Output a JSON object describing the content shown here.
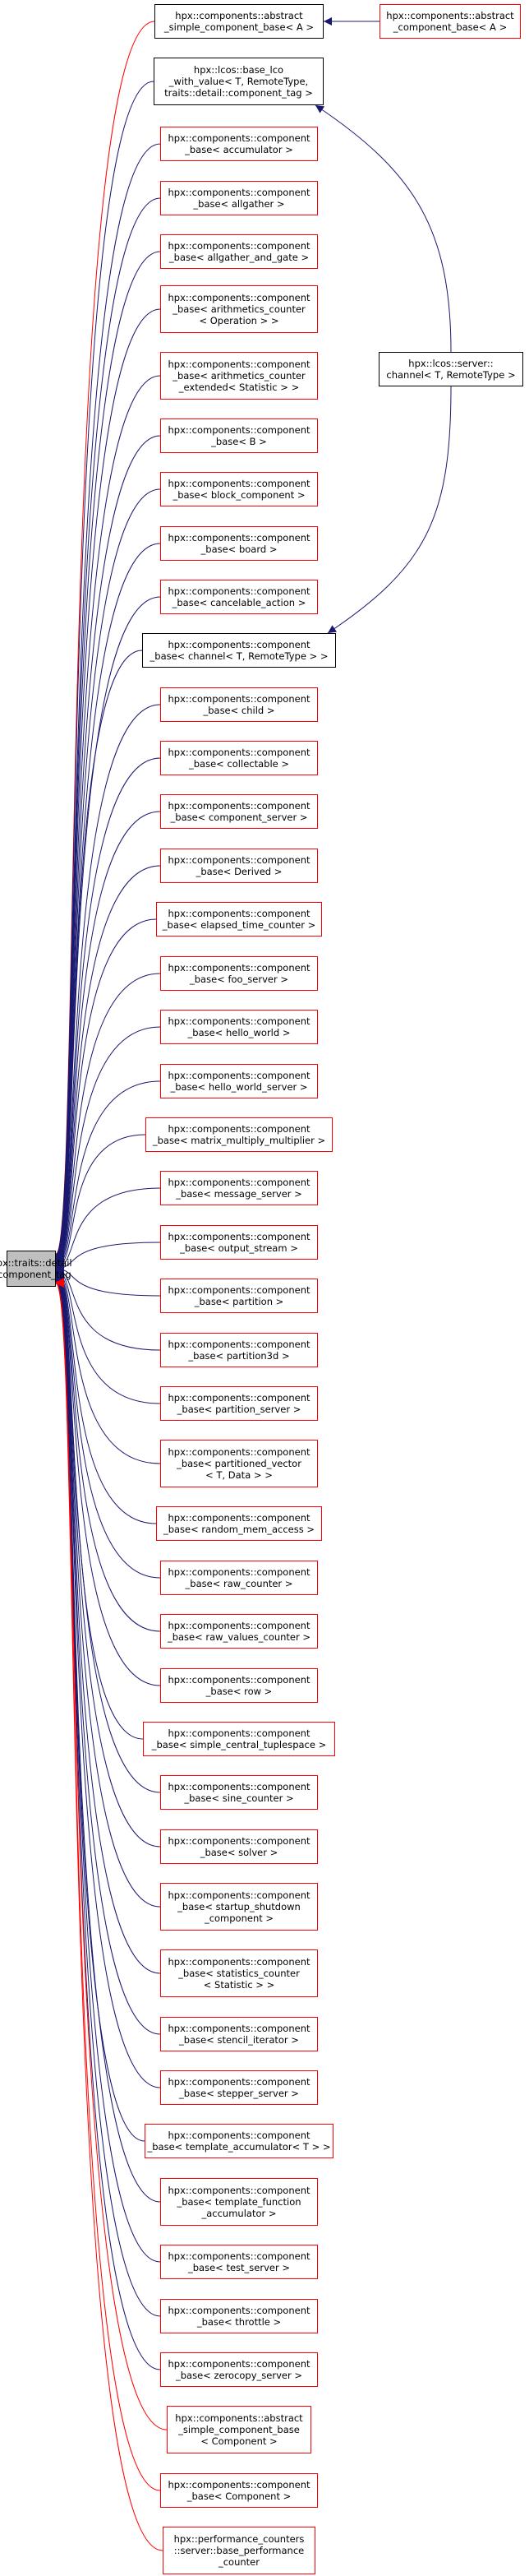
{
  "diagram": {
    "focus": "hpx::traits::detail\n::component_tag",
    "nodes": [
      {
        "id": "abs_scb_A",
        "label": "hpx::components::abstract\n_simple_component_base< A >",
        "style": "black"
      },
      {
        "id": "abs_cb_A",
        "label": "hpx::components::abstract\n_component_base< A >",
        "style": "red"
      },
      {
        "id": "lco_base",
        "label": "hpx::lcos::base_lco\n_with_value< T, RemoteType,\ntraits::detail::component_tag >",
        "style": "black"
      },
      {
        "id": "cb_accumulator",
        "label": "hpx::components::component\n_base< accumulator >",
        "style": "red"
      },
      {
        "id": "cb_allgather",
        "label": "hpx::components::component\n_base< allgather >",
        "style": "red"
      },
      {
        "id": "cb_allgather_gate",
        "label": "hpx::components::component\n_base< allgather_and_gate >",
        "style": "red"
      },
      {
        "id": "cb_arith_op",
        "label": "hpx::components::component\n_base< arithmetics_counter\n< Operation > >",
        "style": "red"
      },
      {
        "id": "cb_arith_ext",
        "label": "hpx::components::component\n_base< arithmetics_counter\n_extended< Statistic > >",
        "style": "red"
      },
      {
        "id": "cb_B",
        "label": "hpx::components::component\n_base< B >",
        "style": "red"
      },
      {
        "id": "cb_block",
        "label": "hpx::components::component\n_base< block_component >",
        "style": "red"
      },
      {
        "id": "cb_board",
        "label": "hpx::components::component\n_base< board >",
        "style": "red"
      },
      {
        "id": "cb_cancelable",
        "label": "hpx::components::component\n_base< cancelable_action >",
        "style": "red"
      },
      {
        "id": "channel",
        "label": "hpx::lcos::server::\nchannel< T, RemoteType >",
        "style": "black"
      },
      {
        "id": "cb_channel",
        "label": "hpx::components::component\n_base< channel< T, RemoteType > >",
        "style": "black"
      },
      {
        "id": "cb_child",
        "label": "hpx::components::component\n_base< child >",
        "style": "red"
      },
      {
        "id": "cb_collectable",
        "label": "hpx::components::component\n_base< collectable >",
        "style": "red"
      },
      {
        "id": "cb_comp_server",
        "label": "hpx::components::component\n_base< component_server >",
        "style": "red"
      },
      {
        "id": "cb_Derived",
        "label": "hpx::components::component\n_base< Derived >",
        "style": "red"
      },
      {
        "id": "cb_elapsed",
        "label": "hpx::components::component\n_base< elapsed_time_counter >",
        "style": "red"
      },
      {
        "id": "cb_foo",
        "label": "hpx::components::component\n_base< foo_server >",
        "style": "red"
      },
      {
        "id": "cb_hello",
        "label": "hpx::components::component\n_base< hello_world >",
        "style": "red"
      },
      {
        "id": "cb_hello_server",
        "label": "hpx::components::component\n_base< hello_world_server >",
        "style": "red"
      },
      {
        "id": "cb_matrix",
        "label": "hpx::components::component\n_base< matrix_multiply_multiplier >",
        "style": "red"
      },
      {
        "id": "cb_message",
        "label": "hpx::components::component\n_base< message_server >",
        "style": "red"
      },
      {
        "id": "cb_output",
        "label": "hpx::components::component\n_base< output_stream >",
        "style": "red"
      },
      {
        "id": "cb_partition",
        "label": "hpx::components::component\n_base< partition >",
        "style": "red"
      },
      {
        "id": "cb_partition3d",
        "label": "hpx::components::component\n_base< partition3d >",
        "style": "red"
      },
      {
        "id": "cb_partition_server",
        "label": "hpx::components::component\n_base< partition_server >",
        "style": "red"
      },
      {
        "id": "cb_pvector",
        "label": "hpx::components::component\n_base< partitioned_vector\n< T, Data > >",
        "style": "red"
      },
      {
        "id": "cb_random",
        "label": "hpx::components::component\n_base< random_mem_access >",
        "style": "red"
      },
      {
        "id": "cb_raw",
        "label": "hpx::components::component\n_base< raw_counter >",
        "style": "red"
      },
      {
        "id": "cb_raw_values",
        "label": "hpx::components::component\n_base< raw_values_counter >",
        "style": "red"
      },
      {
        "id": "cb_row",
        "label": "hpx::components::component\n_base< row >",
        "style": "red"
      },
      {
        "id": "cb_tuplespace",
        "label": "hpx::components::component\n_base< simple_central_tuplespace >",
        "style": "red"
      },
      {
        "id": "cb_sine",
        "label": "hpx::components::component\n_base< sine_counter >",
        "style": "red"
      },
      {
        "id": "cb_solver",
        "label": "hpx::components::component\n_base< solver >",
        "style": "red"
      },
      {
        "id": "cb_startup",
        "label": "hpx::components::component\n_base< startup_shutdown\n_component >",
        "style": "red"
      },
      {
        "id": "cb_stats",
        "label": "hpx::components::component\n_base< statistics_counter\n< Statistic > >",
        "style": "red"
      },
      {
        "id": "cb_stencil",
        "label": "hpx::components::component\n_base< stencil_iterator >",
        "style": "red"
      },
      {
        "id": "cb_stepper",
        "label": "hpx::components::component\n_base< stepper_server >",
        "style": "red"
      },
      {
        "id": "cb_template_acc",
        "label": "hpx::components::component\n_base< template_accumulator< T > >",
        "style": "red"
      },
      {
        "id": "cb_template_fn",
        "label": "hpx::components::component\n_base< template_function\n_accumulator >",
        "style": "red"
      },
      {
        "id": "cb_test",
        "label": "hpx::components::component\n_base< test_server >",
        "style": "red"
      },
      {
        "id": "cb_throttle",
        "label": "hpx::components::component\n_base< throttle >",
        "style": "red"
      },
      {
        "id": "cb_zerocopy",
        "label": "hpx::components::component\n_base< zerocopy_server >",
        "style": "red"
      },
      {
        "id": "abs_scb_comp",
        "label": "hpx::components::abstract\n_simple_component_base\n< Component >",
        "style": "red"
      },
      {
        "id": "cb_Component",
        "label": "hpx::components::component\n_base< Component >",
        "style": "red"
      },
      {
        "id": "perf_base",
        "label": "hpx::performance_counters\n::server::base_performance\n_counter",
        "style": "red"
      }
    ],
    "edges_to_focus": [
      {
        "from": "abs_scb_A",
        "color": "red"
      },
      {
        "from": "lco_base",
        "color": "navy"
      },
      {
        "from": "cb_accumulator",
        "color": "navy"
      },
      {
        "from": "cb_allgather",
        "color": "navy"
      },
      {
        "from": "cb_allgather_gate",
        "color": "navy"
      },
      {
        "from": "cb_arith_op",
        "color": "navy"
      },
      {
        "from": "cb_arith_ext",
        "color": "navy"
      },
      {
        "from": "cb_B",
        "color": "navy"
      },
      {
        "from": "cb_block",
        "color": "navy"
      },
      {
        "from": "cb_board",
        "color": "navy"
      },
      {
        "from": "cb_cancelable",
        "color": "navy"
      },
      {
        "from": "cb_channel",
        "color": "navy"
      },
      {
        "from": "cb_child",
        "color": "navy"
      },
      {
        "from": "cb_collectable",
        "color": "navy"
      },
      {
        "from": "cb_comp_server",
        "color": "navy"
      },
      {
        "from": "cb_Derived",
        "color": "navy"
      },
      {
        "from": "cb_elapsed",
        "color": "navy"
      },
      {
        "from": "cb_foo",
        "color": "navy"
      },
      {
        "from": "cb_hello",
        "color": "navy"
      },
      {
        "from": "cb_hello_server",
        "color": "navy"
      },
      {
        "from": "cb_matrix",
        "color": "navy"
      },
      {
        "from": "cb_message",
        "color": "navy"
      },
      {
        "from": "cb_output",
        "color": "navy"
      },
      {
        "from": "cb_partition",
        "color": "navy"
      },
      {
        "from": "cb_partition3d",
        "color": "navy"
      },
      {
        "from": "cb_partition_server",
        "color": "navy"
      },
      {
        "from": "cb_pvector",
        "color": "navy"
      },
      {
        "from": "cb_random",
        "color": "navy"
      },
      {
        "from": "cb_raw",
        "color": "navy"
      },
      {
        "from": "cb_raw_values",
        "color": "navy"
      },
      {
        "from": "cb_row",
        "color": "navy"
      },
      {
        "from": "cb_tuplespace",
        "color": "navy"
      },
      {
        "from": "cb_sine",
        "color": "navy"
      },
      {
        "from": "cb_solver",
        "color": "navy"
      },
      {
        "from": "cb_startup",
        "color": "navy"
      },
      {
        "from": "cb_stats",
        "color": "navy"
      },
      {
        "from": "cb_stencil",
        "color": "navy"
      },
      {
        "from": "cb_stepper",
        "color": "navy"
      },
      {
        "from": "cb_template_acc",
        "color": "navy"
      },
      {
        "from": "cb_template_fn",
        "color": "navy"
      },
      {
        "from": "cb_test",
        "color": "navy"
      },
      {
        "from": "cb_throttle",
        "color": "navy"
      },
      {
        "from": "cb_zerocopy",
        "color": "navy"
      },
      {
        "from": "abs_scb_comp",
        "color": "red"
      },
      {
        "from": "cb_Component",
        "color": "red"
      },
      {
        "from": "perf_base",
        "color": "red"
      }
    ],
    "other_edges": [
      {
        "from": "abs_cb_A",
        "to": "abs_scb_A",
        "color": "navy"
      },
      {
        "from": "channel",
        "to": "lco_base",
        "color": "navy"
      },
      {
        "from": "channel",
        "to": "cb_channel",
        "color": "navy"
      }
    ],
    "colors": {
      "navy": "#191970",
      "red": "#ff0000",
      "focus_fill": "#bfbfbf"
    }
  }
}
